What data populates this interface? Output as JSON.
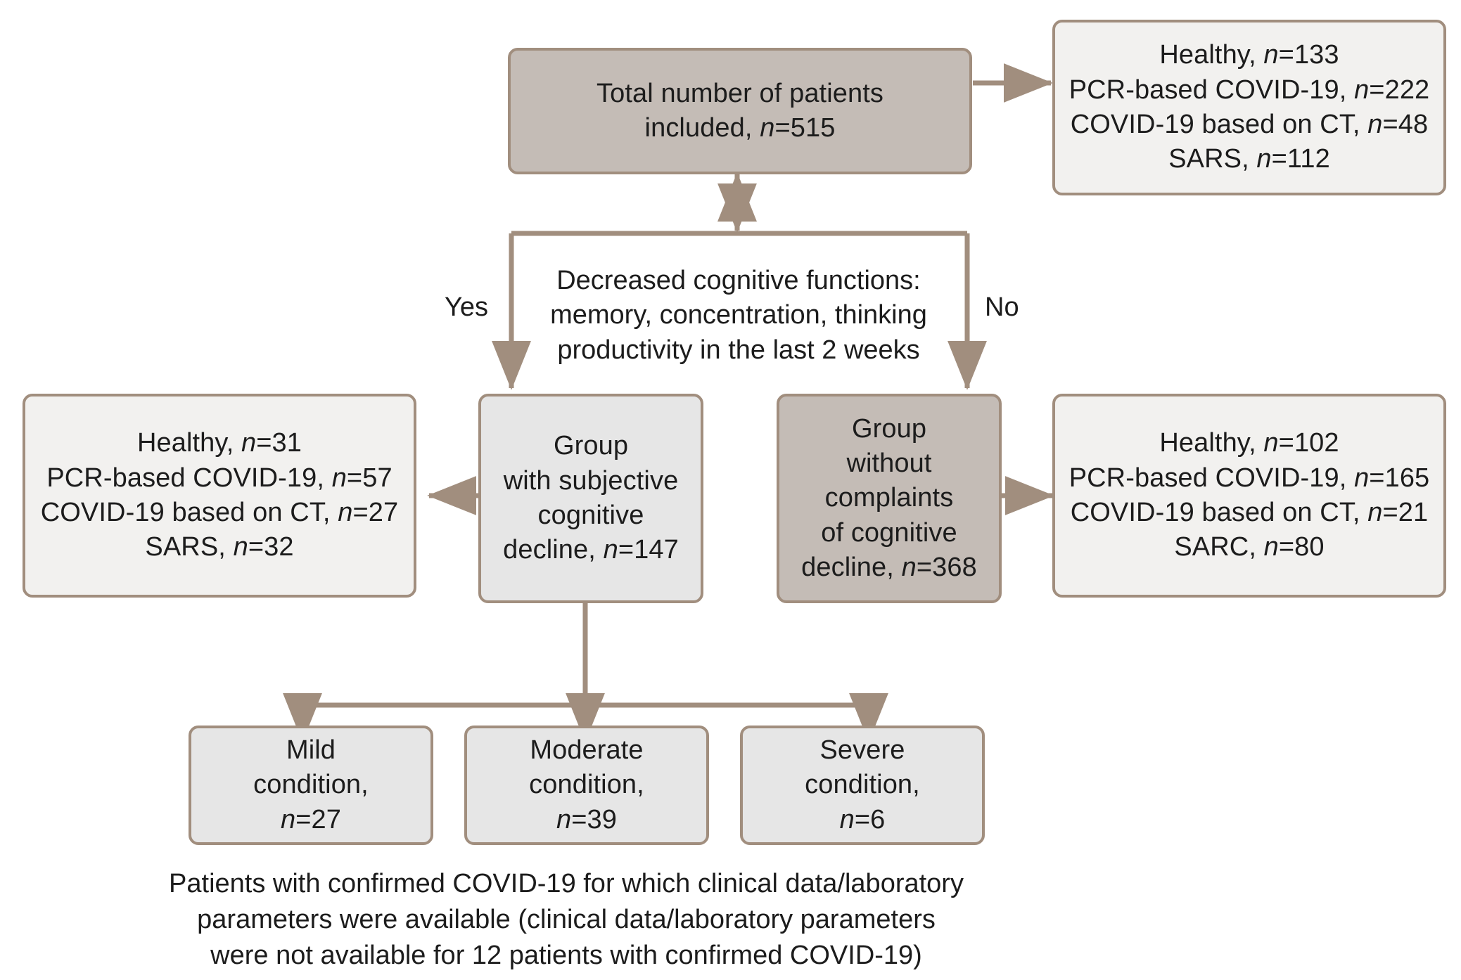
{
  "diagram": {
    "title": "Patient inclusion and cognitive-decline grouping flowchart",
    "colors": {
      "border": "#a18e7e",
      "connector": "#a18e7e",
      "fill_dark": "#c4bcb6",
      "fill_light": "#f2f1ef",
      "fill_gray": "#e6e6e6",
      "text": "#1c1c1c",
      "background": "#ffffff"
    },
    "nodes": {
      "total": {
        "text": "Total number of patients\nincluded, n=515",
        "style": "dark"
      },
      "total_breakdown": {
        "text": "Healthy, n=133\nPCR-based COVID-19, n=222\nCOVID-19 based on CT, n=48\nSARS, n=112",
        "style": "light"
      },
      "decision": {
        "text": "Decreased cognitive functions:\nmemory, concentration, thinking\nproductivity in the last 2 weeks"
      },
      "scd_group": {
        "text": "Group\nwith subjective\ncognitive\ndecline, n=147",
        "style": "gray"
      },
      "scd_breakdown": {
        "text": "Healthy, n=31\nPCR-based COVID-19, n=57\nCOVID-19 based on CT, n=27\nSARS, n=32",
        "style": "light"
      },
      "no_complaints_group": {
        "text": "Group\nwithout\ncomplaints\nof cognitive\ndecline, n=368",
        "style": "dark"
      },
      "no_complaints_breakdown": {
        "text": "Healthy, n=102\nPCR-based COVID-19, n=165\nCOVID-19 based on CT, n=21\nSARC, n=80",
        "style": "light"
      },
      "mild": {
        "text": "Mild\ncondition,\nn=27",
        "style": "gray"
      },
      "moderate": {
        "text": "Moderate\ncondition,\nn=39",
        "style": "gray"
      },
      "severe": {
        "text": "Severe\ncondition,\nn=6",
        "style": "gray"
      }
    },
    "edge_labels": {
      "yes": "Yes",
      "no": "No"
    },
    "footnote": "Patients with confirmed COVID-19 for which clinical data/laboratory\nparameters were available (clinical data/laboratory parameters\nwere not available for 12 patients with confirmed COVID-19)"
  }
}
